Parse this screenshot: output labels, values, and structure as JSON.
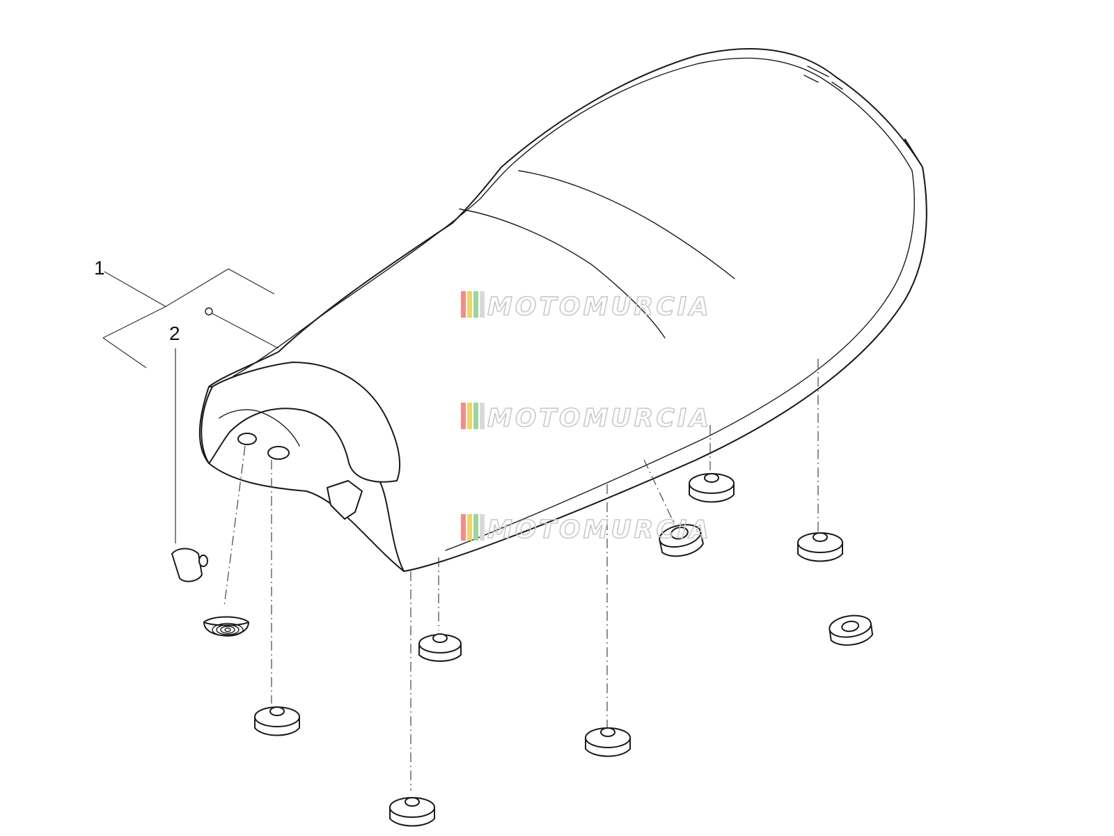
{
  "diagram": {
    "callouts": [
      {
        "number": "1",
        "part": "seat"
      },
      {
        "number": "2",
        "part": "rubber-buffer"
      }
    ],
    "watermark": "MOTOMURCIA",
    "watermark_stripe_colors": [
      "#f28b8b",
      "#f2d26b",
      "#9fd39a",
      "#d9d9d9"
    ],
    "line_color": "#1a1a1a"
  }
}
